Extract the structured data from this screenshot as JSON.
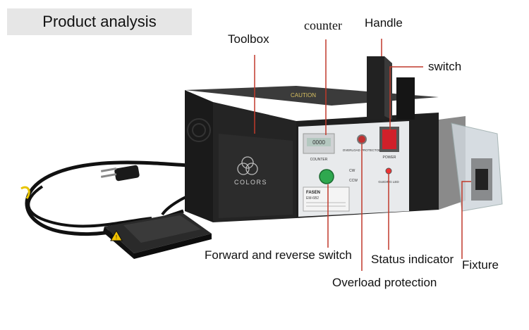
{
  "title": "Product analysis",
  "callouts": {
    "toolbox": "Toolbox",
    "counter": "counter",
    "handle": "Handle",
    "switch": "switch",
    "forward_reverse": "Forward and reverse switch",
    "status_indicator": "Status indicator",
    "fixture": "Fixture",
    "overload": "Overload protection"
  },
  "device_panel": {
    "caution": "CAUTION",
    "counter_label": "COUNTER",
    "overload_label": "OVERLOAD PROTECTOR",
    "power_label": "POWER",
    "cw_label": "CW",
    "ccw_label": "CCW",
    "led_label": "GUIDING LED",
    "brand": "FASEN",
    "model": "EM-6B2",
    "logo_text": "COLORS",
    "counter_value": "0000"
  },
  "colors": {
    "line": "#c0392b",
    "body": "#1c1c1c",
    "panel": "#eceef0",
    "switch_red": "#d0202a",
    "button_green": "#2fa84f"
  }
}
